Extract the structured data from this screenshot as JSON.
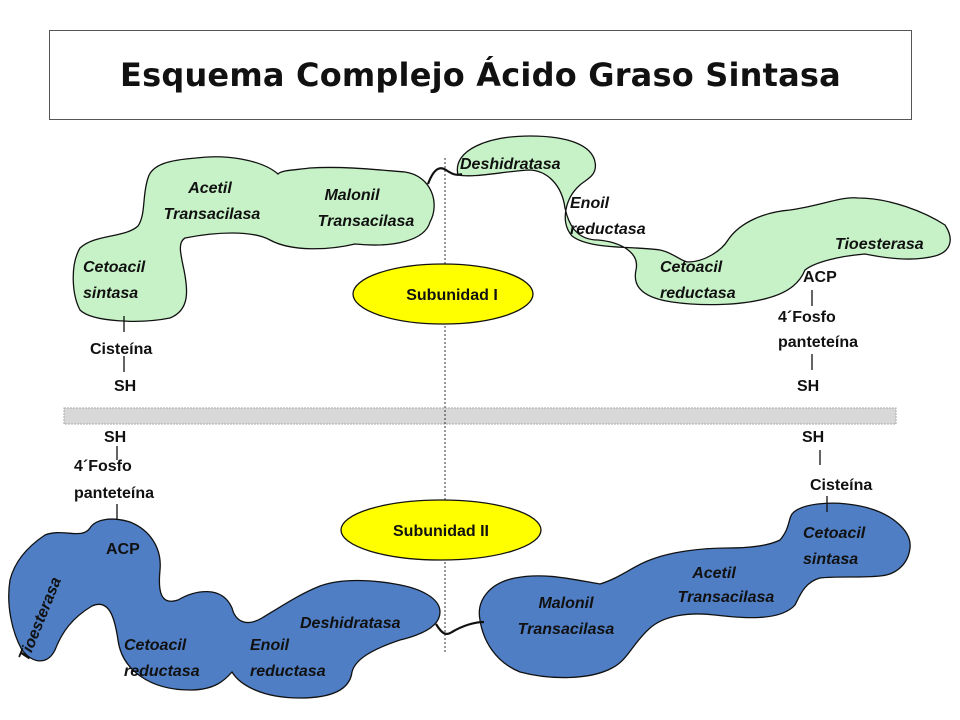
{
  "title": "Esquema Complejo Ácido Graso Sintasa",
  "colors": {
    "subunit_i_fill": "#c7f2c7",
    "subunit_ii_fill": "#4f7ec4",
    "ellipse_fill": "#ffff00",
    "membrane": "#d8d8d8"
  },
  "subunit_i": {
    "label": "Subunidad I",
    "domains": {
      "acetil_line1": "Acetil",
      "acetil_line2": "Transacilasa",
      "malonil_line1": "Malonil",
      "malonil_line2": "Transacilasa",
      "cetoacil_sintasa_line1": "Cetoacil",
      "cetoacil_sintasa_line2": "sintasa",
      "deshidratasa": "Deshidratasa",
      "enoil_line1": "Enoil",
      "enoil_line2": "reductasa",
      "cetoacil_reductasa_line1": "Cetoacil",
      "cetoacil_reductasa_line2": "reductasa",
      "tioesterasa": "Tioesterasa",
      "acp": "ACP"
    },
    "left_chain": {
      "cisteina": "Cisteína",
      "sh": "SH"
    },
    "right_chain": {
      "fosfo_line1": "4´Fosfo",
      "fosfo_line2": "panteteína",
      "sh": "SH"
    }
  },
  "subunit_ii": {
    "label": "Subunidad II",
    "domains": {
      "tioesterasa": "Tioesterasa",
      "acp": "ACP",
      "cetoacil_reductasa_line1": "Cetoacil",
      "cetoacil_reductasa_line2": "reductasa",
      "enoil_line1": "Enoil",
      "enoil_line2": "reductasa",
      "deshidratasa": "Deshidratasa",
      "malonil_line1": "Malonil",
      "malonil_line2": "Transacilasa",
      "acetil_line1": "Acetil",
      "acetil_line2": "Transacilasa",
      "cetoacil_sintasa_line1": "Cetoacil",
      "cetoacil_sintasa_line2": "sintasa"
    },
    "left_chain": {
      "sh": "SH",
      "fosfo_line1": "4´Fosfo",
      "fosfo_line2": "panteteína"
    },
    "right_chain": {
      "sh": "SH",
      "cisteina": "Cisteína"
    }
  }
}
